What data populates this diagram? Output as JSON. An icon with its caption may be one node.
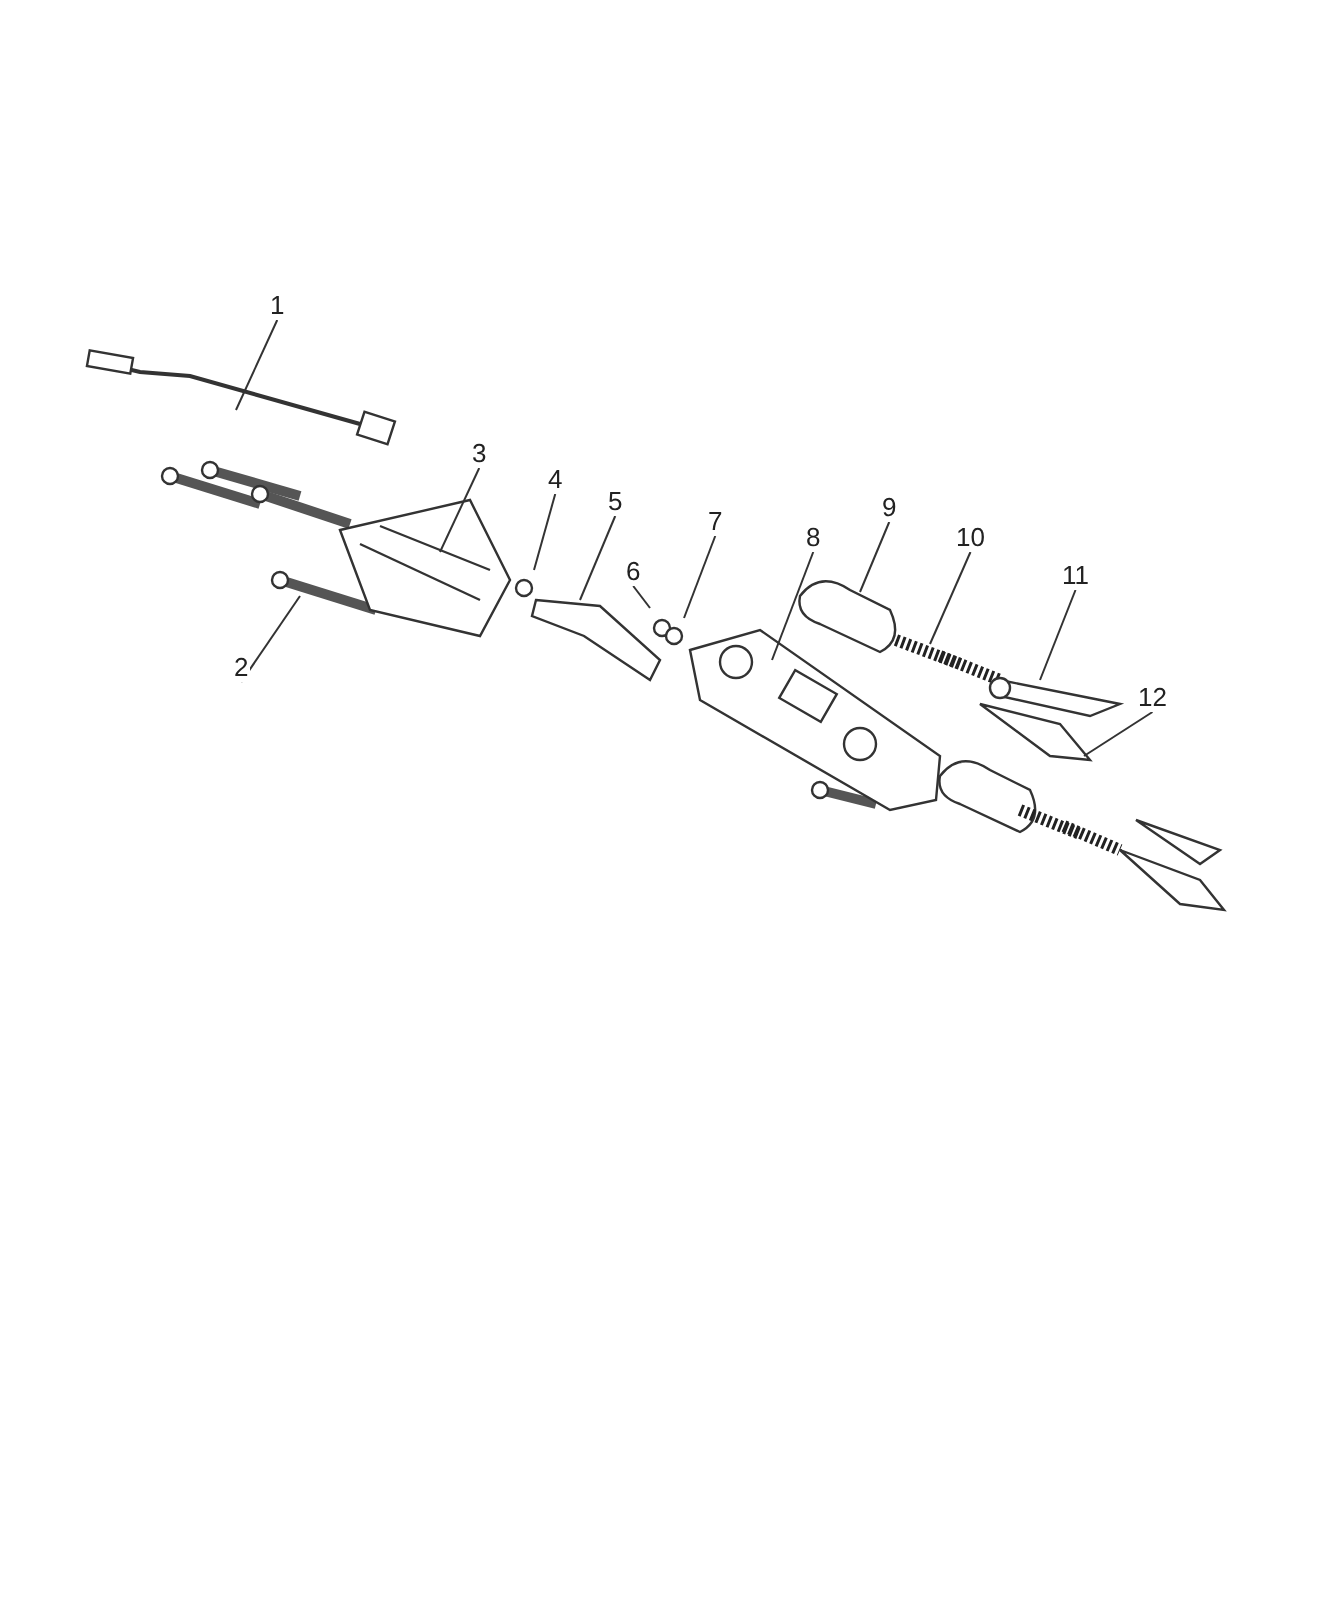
{
  "diagram": {
    "nodes": [
      {
        "text": [
          "1"
        ]
      },
      {
        "text": [
          "2"
        ]
      },
      {
        "text": [
          "3"
        ]
      },
      {
        "text": [
          "4"
        ]
      },
      {
        "text": [
          "5"
        ]
      },
      {
        "text": [
          "6"
        ]
      },
      {
        "text": [
          "7"
        ]
      },
      {
        "text": [
          "8"
        ]
      },
      {
        "text": [
          "9"
        ]
      },
      {
        "text": [
          "10"
        ]
      },
      {
        "text": [
          "11"
        ]
      },
      {
        "text": [
          "12"
        ]
      }
    ],
    "edges": [
      {
        "from": 0,
        "to": null,
        "arrow": "none"
      },
      {
        "from": 1,
        "to": null,
        "arrow": "none"
      },
      {
        "from": 2,
        "to": null,
        "arrow": "none"
      },
      {
        "from": 3,
        "to": null,
        "arrow": "none"
      },
      {
        "from": 4,
        "to": null,
        "arrow": "none"
      },
      {
        "from": 5,
        "to": null,
        "arrow": "none"
      },
      {
        "from": 6,
        "to": null,
        "arrow": "none"
      },
      {
        "from": 7,
        "to": null,
        "arrow": "none"
      },
      {
        "from": 8,
        "to": null,
        "arrow": "none"
      },
      {
        "from": 9,
        "to": null,
        "arrow": "none"
      },
      {
        "from": 10,
        "to": null,
        "arrow": "none"
      },
      {
        "from": 11,
        "to": null,
        "arrow": "none"
      }
    ]
  }
}
